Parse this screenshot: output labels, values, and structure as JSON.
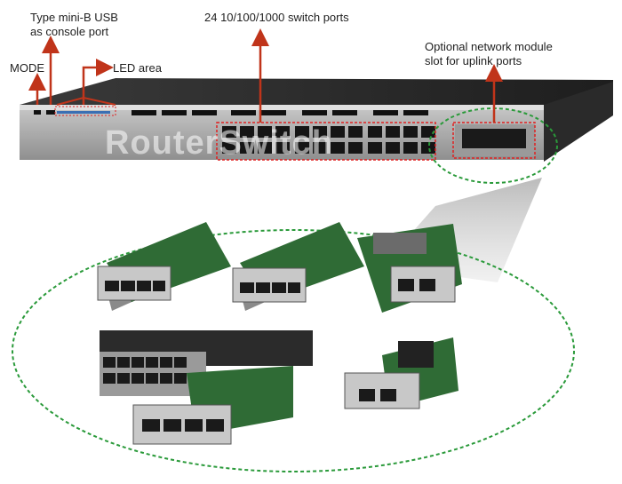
{
  "callouts": {
    "usb": [
      "Type mini-B USB",
      "as console port"
    ],
    "mode": "MODE",
    "led": "LED area",
    "ports": "24 10/100/1000 switch ports",
    "slot": [
      "Optional network module",
      "slot for uplink ports"
    ]
  },
  "watermark": "RouterSwitch",
  "colors": {
    "arrow": "#c0341a",
    "highlight": "#e02020",
    "ellipse": "#2a9a3a"
  }
}
